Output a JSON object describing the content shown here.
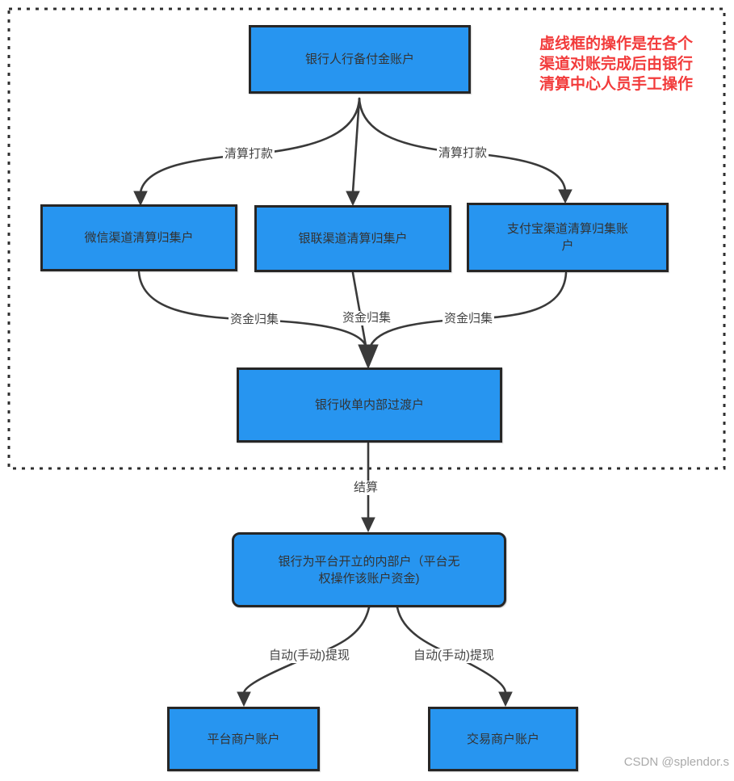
{
  "diagram": {
    "annotation": "虚线框的操作是在各个\n渠道对账完成后由银行\n清算中心人员手工操作",
    "nodes": {
      "pboc": "银行人行备付金账户",
      "wechat": "微信渠道清算归集户",
      "unionpay": "银联渠道清算归集户",
      "alipay": "支付宝渠道清算归集账\n户",
      "transit": "银行收单内部过渡户",
      "internal": "银行为平台开立的内部户（平台无\n权操作该账户资金)",
      "platform": "平台商户账户",
      "trade": "交易商户账户"
    },
    "edge_labels": {
      "qsdk_left": "清算打款",
      "qsdk_right": "清算打款",
      "zjgj_left": "资金归集",
      "zjgj_mid": "资金归集",
      "zjgj_right": "资金归集",
      "jiesuan": "结算",
      "tixian_left": "自动(手动)提现",
      "tixian_right": "自动(手动)提现"
    },
    "edges": [
      {
        "from": "pboc",
        "to": "wechat",
        "label": "清算打款"
      },
      {
        "from": "pboc",
        "to": "unionpay",
        "label": ""
      },
      {
        "from": "pboc",
        "to": "alipay",
        "label": "清算打款"
      },
      {
        "from": "wechat",
        "to": "transit",
        "label": "资金归集"
      },
      {
        "from": "unionpay",
        "to": "transit",
        "label": "资金归集"
      },
      {
        "from": "alipay",
        "to": "transit",
        "label": "资金归集"
      },
      {
        "from": "transit",
        "to": "internal",
        "label": "结算"
      },
      {
        "from": "internal",
        "to": "platform",
        "label": "自动(手动)提现"
      },
      {
        "from": "internal",
        "to": "trade",
        "label": "自动(手动)提现"
      }
    ],
    "colors": {
      "node_fill": "#2795f0",
      "node_border": "#262626",
      "edge": "#3a3a3a",
      "annotation_red": "#f23b3b",
      "label_text": "#434343"
    },
    "watermark": "CSDN @splendor.s"
  }
}
